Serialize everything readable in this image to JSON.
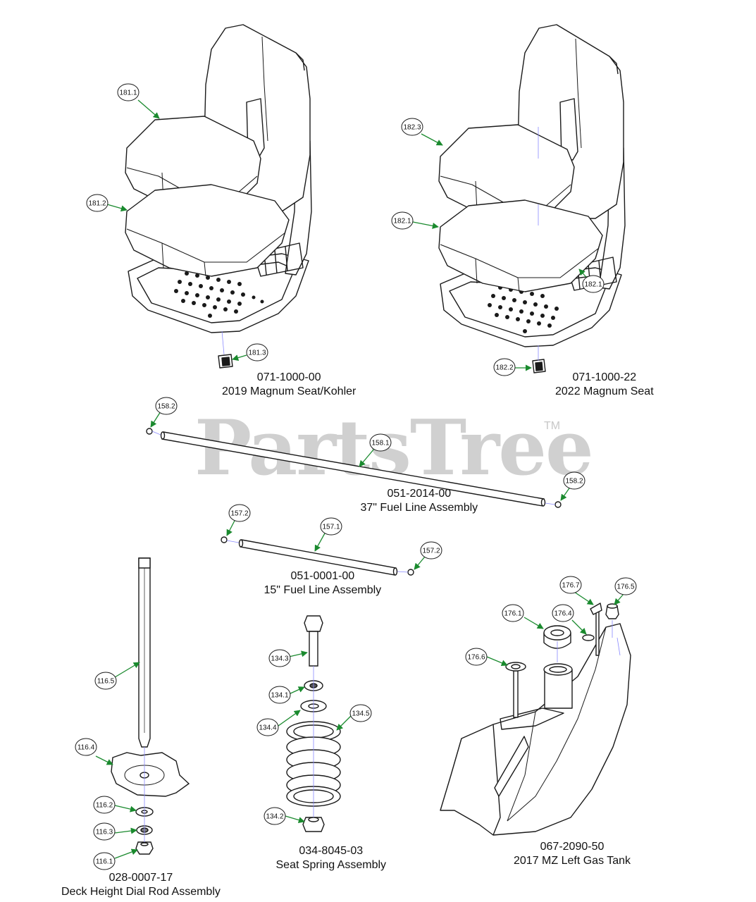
{
  "watermark": {
    "text": "PartsTree",
    "tm": "TM"
  },
  "colors": {
    "leader": "#1a8a2e",
    "outline": "#1a1a1a",
    "fill": "#ffffff",
    "centerline": "#8a8aff",
    "watermark": "#d0d0d0"
  },
  "assemblies": [
    {
      "part_number": "071-1000-00",
      "name": "2019 Magnum Seat/Kohler"
    },
    {
      "part_number": "071-1000-22",
      "name": "2022 Magnum Seat"
    },
    {
      "part_number": "051-2014-00",
      "name": "37\" Fuel Line Assembly"
    },
    {
      "part_number": "051-0001-00",
      "name": "15\" Fuel Line Assembly"
    },
    {
      "part_number": "028-0007-17",
      "name": "Deck Height Dial Rod Assembly"
    },
    {
      "part_number": "034-8045-03",
      "name": "Seat Spring Assembly"
    },
    {
      "part_number": "067-2090-50",
      "name": "2017 MZ Left Gas Tank"
    }
  ],
  "callouts": [
    "181.1",
    "181.2",
    "181.3",
    "182.3",
    "182.1",
    "182.2",
    "182.1",
    "158.2",
    "158.1",
    "158.2",
    "157.2",
    "157.1",
    "157.2",
    "116.5",
    "116.4",
    "116.2",
    "116.3",
    "116.1",
    "134.3",
    "134.1",
    "134.4",
    "134.5",
    "134.2",
    "176.7",
    "176.5",
    "176.1",
    "176.4",
    "176.6"
  ]
}
